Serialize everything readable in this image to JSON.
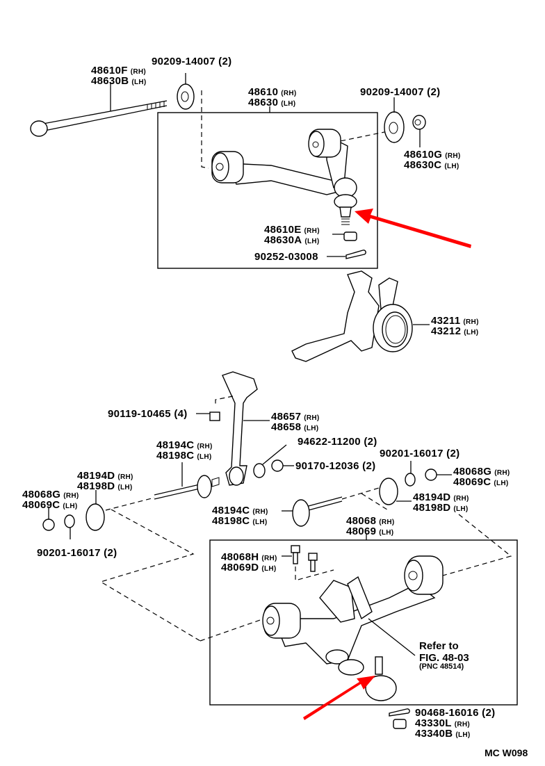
{
  "diagram": {
    "title_code": "MC W098",
    "arrow_color": "#ff0000",
    "labels": {
      "bolt_upper": {
        "rh": "48610F",
        "lh": "48630B"
      },
      "washer_top_left": {
        "part": "90209-14007 (2)"
      },
      "upper_arm": {
        "rh": "48610",
        "lh": "48630"
      },
      "washer_top_right": {
        "part": "90209-14007 (2)"
      },
      "nut_upper": {
        "rh": "48610G",
        "lh": "48630C"
      },
      "castle_nut_upper": {
        "rh": "48610E",
        "lh": "48630A"
      },
      "cotter_pin_upper": {
        "part": "90252-03008"
      },
      "knuckle": {
        "rh": "43211",
        "lh": "43212"
      },
      "strut_bolt": {
        "part": "90119-10465 (4)"
      },
      "strut_bar": {
        "rh": "48657",
        "lh": "48658"
      },
      "bushing_washer": {
        "part": "94622-11200 (2)"
      },
      "strut_nut": {
        "part": "90170-12036 (2)"
      },
      "cam_bolt_front": {
        "rh": "48194C",
        "lh": "48198C"
      },
      "washer_mid_right": {
        "part": "90201-16017 (2)"
      },
      "nut_right": {
        "rh": "48068G",
        "lh": "48069C"
      },
      "cam_plate_left": {
        "rh": "48194D",
        "lh": "48198D"
      },
      "nut_left": {
        "rh": "48068G",
        "lh": "48069C"
      },
      "washer_left": {
        "part": "90201-16017 (2)"
      },
      "cam_bolt_rear": {
        "rh": "48194C",
        "lh": "48198C"
      },
      "cam_plate_right": {
        "rh": "48194D",
        "lh": "48198D"
      },
      "lower_arm": {
        "rh": "48068",
        "lh": "48069"
      },
      "lower_arm_bolt": {
        "rh": "48068H",
        "lh": "48069D"
      },
      "refer": {
        "line1": "Refer to",
        "line2": "FIG. 48-03",
        "line3": "(PNC 48514)"
      },
      "cotter_pin_lower": {
        "part": "90468-16016 (2)"
      },
      "castle_nut_lower": {
        "rh": "43330L",
        "lh": "43340B"
      }
    },
    "side_tags": {
      "rh": "(RH)",
      "lh": "(LH)"
    }
  }
}
